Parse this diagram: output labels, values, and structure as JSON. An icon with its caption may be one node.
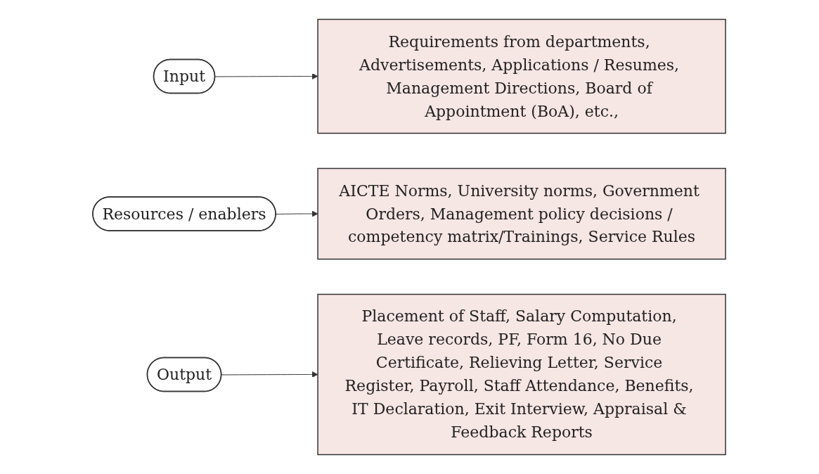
{
  "diagram": {
    "nodes": [
      {
        "text": [
          "Input"
        ]
      },
      {
        "text": [
          "Requirements from departments, Advertisements, Applications / Resumes, Management Directions, Board of Appointment (BoA), etc.,"
        ]
      },
      {
        "text": [
          "Resources / enablers"
        ]
      },
      {
        "text": [
          "AICTE Norms, University norms, Government Orders, Management policy decisions / competency matrix/Trainings, Service Rules"
        ]
      },
      {
        "text": [
          "Output"
        ]
      },
      {
        "text": [
          "Placement of Staff, Salary Computation, Leave records, PF, Form 16, No Due Certificate, Relieving Letter, Service Register, Payroll, Staff Attendance, Benefits, IT Declaration, Exit Interview, Appraisal & Feedback Reports"
        ]
      }
    ],
    "edges": [
      {
        "from": 0,
        "to": 1,
        "arrow": "to"
      },
      {
        "from": 2,
        "to": 3,
        "arrow": "to"
      },
      {
        "from": 4,
        "to": 5,
        "arrow": "to"
      }
    ]
  }
}
